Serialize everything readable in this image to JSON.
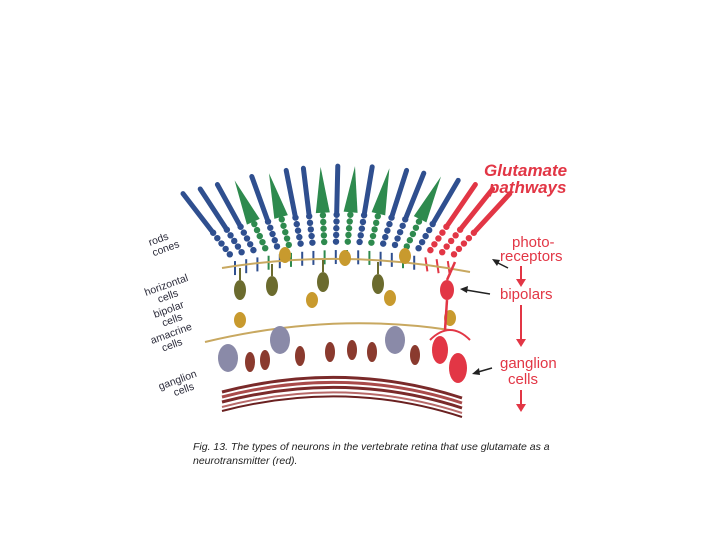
{
  "layers": {
    "rods_cones": [
      "rods",
      "cones"
    ],
    "horizontal": [
      "horizontal",
      "cells"
    ],
    "bipolar": [
      "bipolar",
      "cells"
    ],
    "amacrine": [
      "amacrine",
      "cells"
    ],
    "ganglion": [
      "ganglion",
      "cells"
    ]
  },
  "pathway": {
    "title_line1": "Glutamate",
    "title_line2": "pathways",
    "photoreceptors_line1": "photo-",
    "photoreceptors_line2": "receptors",
    "bipolars": "bipolars",
    "ganglion_line1": "ganglion",
    "ganglion_line2": "cells"
  },
  "caption": {
    "line1": "Fig. 13. The types of neurons in the vertebrate retina that use glutamate as a",
    "line2": "neurotransmitter (red)."
  },
  "colors": {
    "rod": "#2f4f8f",
    "cone": "#2e8a4e",
    "glutamate": "#e23645",
    "horizontal": "#6b6b2e",
    "bipolar": "#c89a2e",
    "amacrine": "#8a8aa8",
    "ganglion": "#8a3a2e",
    "membrane": "#7a2a2a"
  }
}
